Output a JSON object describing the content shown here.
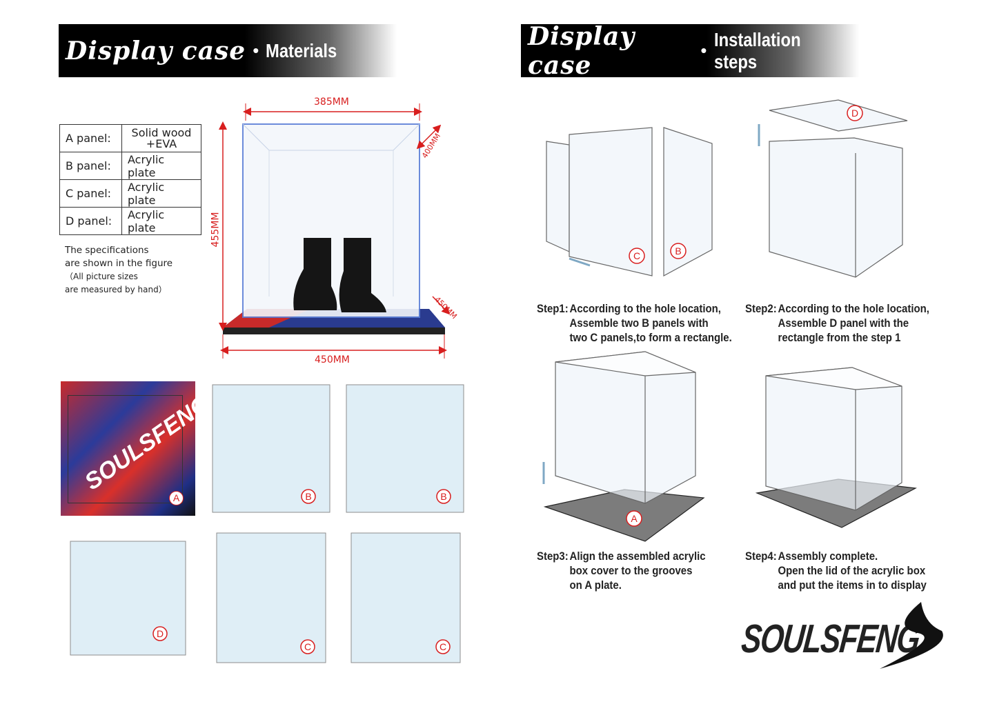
{
  "left_banner": {
    "script_title": "Display case",
    "separator": "•",
    "subtitle": "Materials"
  },
  "right_banner": {
    "script_title": "Display case",
    "separator": "•",
    "subtitle": "Installation steps"
  },
  "materials_table": [
    {
      "panel": "A  panel:",
      "material_line1": "Solid  wood",
      "material_line2": "+EVA"
    },
    {
      "panel": "B  panel:",
      "material": "Acrylic  plate"
    },
    {
      "panel": "C  panel:",
      "material": "Acrylic  plate"
    },
    {
      "panel": "D  panel:",
      "material": "Acrylic  plate"
    }
  ],
  "note": {
    "line1": "The  specifications",
    "line2": "are  shown  in  the  figure",
    "line3": "（All  picture  sizes",
    "line4": "are  measured  by  hand）"
  },
  "dimensions": {
    "top_width": "385MM",
    "top_depth": "400MM",
    "height": "455MM",
    "base_depth": "450MM",
    "base_width": "450MM"
  },
  "panels": {
    "a": "A",
    "b1": "B",
    "b2": "B",
    "d": "D",
    "c1": "C",
    "c2": "C"
  },
  "base_brand_text": "SOULSFENG",
  "steps": [
    {
      "label": "Step1:",
      "line1": "According to the hole location,",
      "line2": "Assemble two B panels with",
      "line3": "two C panels,to form a rectangle.",
      "markers": [
        "C",
        "B"
      ]
    },
    {
      "label": "Step2:",
      "line1": "According to the hole location,",
      "line2": "Assemble D panel with the",
      "line3": "rectangle from the step 1",
      "markers": [
        "D"
      ]
    },
    {
      "label": "Step3:",
      "line1": "Align the assembled acrylic",
      "line2": "box cover to the grooves",
      "line3": "on A plate.",
      "markers": [
        "A"
      ]
    },
    {
      "label": "Step4:",
      "line1": "Assembly complete.",
      "line2": "Open the lid of the acrylic box",
      "line3": "and put the items in to display"
    }
  ],
  "logo": {
    "text": "SOULSFENG"
  },
  "colors": {
    "dimension": "#d81e1e",
    "panel_fill": "#dfeef6",
    "panel_stroke": "#8c8c8c"
  }
}
